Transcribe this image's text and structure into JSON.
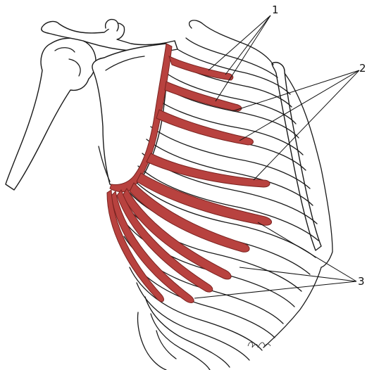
{
  "labels": {
    "one": "1",
    "two": "2",
    "three": "3"
  },
  "colors": {
    "muscle": "#b8423f",
    "muscle_outline": "#7a2320",
    "bone_outline": "#1a1a1a",
    "background": "#ffffff"
  }
}
